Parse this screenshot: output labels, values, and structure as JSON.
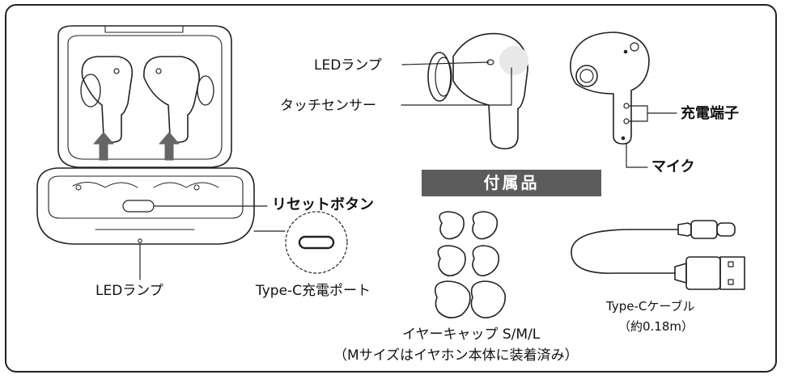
{
  "labels": {
    "led_lamp_top": "LEDランプ",
    "touch_sensor": "タッチセンサー",
    "charging_terminal": "充電端子",
    "mic": "マイク",
    "reset_button": "リセットボタン",
    "led_lamp_bottom": "LEDランプ",
    "typec_port": "Type-C充電ポート",
    "accessories_title": "付属品",
    "ear_tips": "イヤーキャップ S/M/L",
    "ear_tips_note": "（Mサイズはイヤホン本体に装着済み）",
    "cable": "Type-Cケーブル",
    "cable_length": "（約0.18m）"
  },
  "colors": {
    "line": "#222222",
    "badge": "#5c5c5c",
    "touch_pad": "#e8e8e8"
  }
}
